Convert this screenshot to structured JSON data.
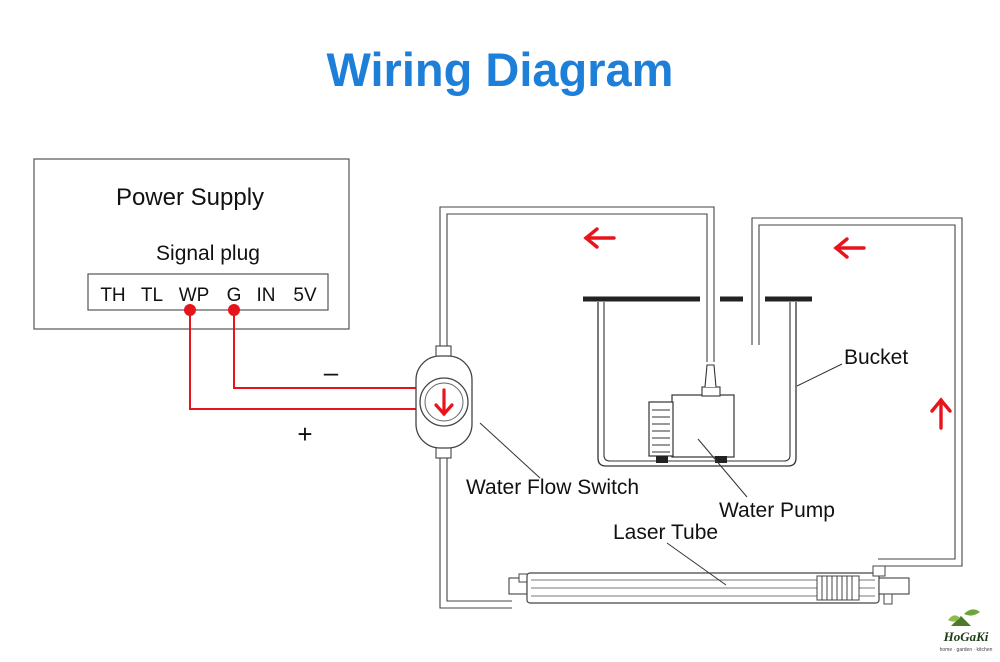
{
  "title": "Wiring Diagram",
  "power_supply": {
    "label": "Power Supply",
    "signal_plug_label": "Signal plug",
    "terminals": [
      "TH",
      "TL",
      "WP",
      "G",
      "IN",
      "5V"
    ]
  },
  "polarity": {
    "negative": "–",
    "positive": "+"
  },
  "labels": {
    "bucket": "Bucket",
    "water_flow_switch": "Water Flow Switch",
    "water_pump": "Water Pump",
    "laser_tube": "Laser Tube"
  },
  "logo": {
    "name": "HoGaKi",
    "tagline": "home · garden · kitchen"
  },
  "colors": {
    "title": "#1e7fd8",
    "wire": "#e8141c",
    "arrow": "#e8141c",
    "line": "#333333"
  },
  "icons": [
    "arrow-left-icon",
    "arrow-up-icon",
    "arrow-down-icon"
  ]
}
